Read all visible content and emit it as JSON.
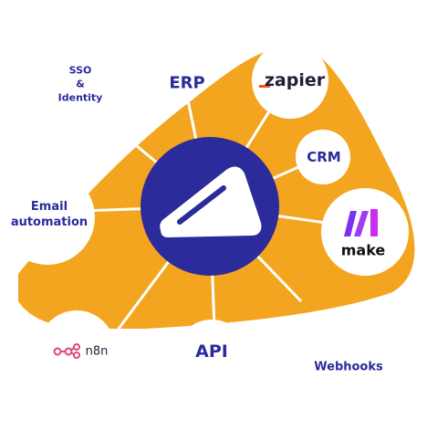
{
  "colors": {
    "orange": "#f3a51f",
    "navy": "#2b2b9b",
    "white": "#ffffff",
    "dark_text": "#1f1f3a",
    "zapier_orange": "#ff4f00",
    "make_purple": "#8a2be2",
    "n8n_pink": "#e0457b"
  },
  "labels": {
    "sso": "SSO\n&\nIdentity",
    "erp": "ERP",
    "zapier": "zapier",
    "crm": "CRM",
    "email": "Email\nautomation",
    "make": "make",
    "n8n": "n8n",
    "api": "API",
    "webhooks": "Webhooks"
  },
  "icons": {
    "center": "wedge-logo-icon",
    "zapier": "zapier-underscore-icon",
    "make": "make-bars-icon",
    "n8n": "n8n-nodes-icon"
  }
}
